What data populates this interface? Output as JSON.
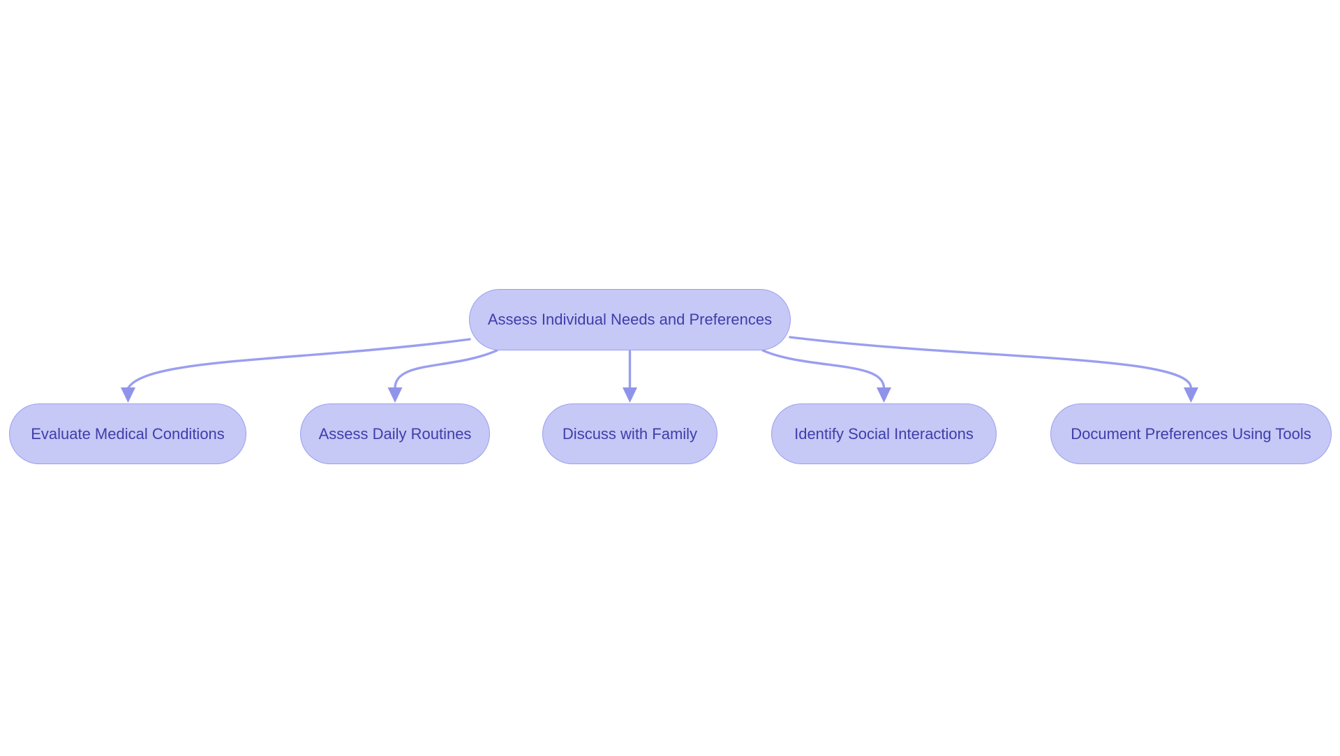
{
  "diagram": {
    "type": "flowchart",
    "direction": "top-down",
    "background": "#ffffff",
    "colors": {
      "node_fill": "#c6c8f6",
      "node_border": "#9a9fee",
      "node_text": "#3d3eaa",
      "edge": "#9a9ef0",
      "arrowhead": "#8f94ea"
    },
    "nodes": [
      {
        "id": "root",
        "label": "Assess Individual Needs and Preferences",
        "role": "root"
      },
      {
        "id": "evaluate-medical-conditions",
        "label": "Evaluate Medical Conditions",
        "role": "child"
      },
      {
        "id": "assess-daily-routines",
        "label": "Assess Daily Routines",
        "role": "child"
      },
      {
        "id": "discuss-with-family",
        "label": "Discuss with Family",
        "role": "child"
      },
      {
        "id": "identify-social-interactions",
        "label": "Identify Social Interactions",
        "role": "child"
      },
      {
        "id": "document-preferences-using-tools",
        "label": "Document Preferences Using Tools",
        "role": "child"
      }
    ],
    "edges": [
      {
        "from": "root",
        "to": "evaluate-medical-conditions"
      },
      {
        "from": "root",
        "to": "assess-daily-routines"
      },
      {
        "from": "root",
        "to": "discuss-with-family"
      },
      {
        "from": "root",
        "to": "identify-social-interactions"
      },
      {
        "from": "root",
        "to": "document-preferences-using-tools"
      }
    ]
  }
}
